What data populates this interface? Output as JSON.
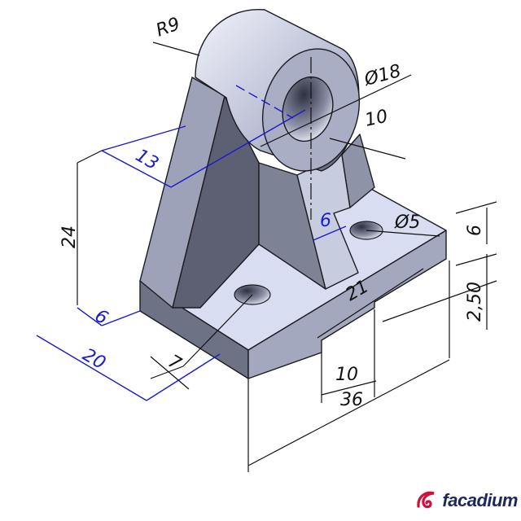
{
  "drawing": {
    "dimensions": {
      "r9": "R9",
      "d18": "Ø18",
      "d10": "10",
      "d13": "13",
      "d24": "24",
      "d6_rib": "6",
      "d5": "Ø5",
      "d6_height": "6",
      "d2_50": "2,50",
      "d21": "21",
      "d6_base": "6",
      "d20": "20",
      "d7": "7",
      "d36": "36"
    },
    "colors": {
      "dimension_blue": "#1a1ad0",
      "dimension_black": "#111111",
      "logo_red": "#d0103a"
    }
  },
  "logo": {
    "text": "facadium"
  }
}
